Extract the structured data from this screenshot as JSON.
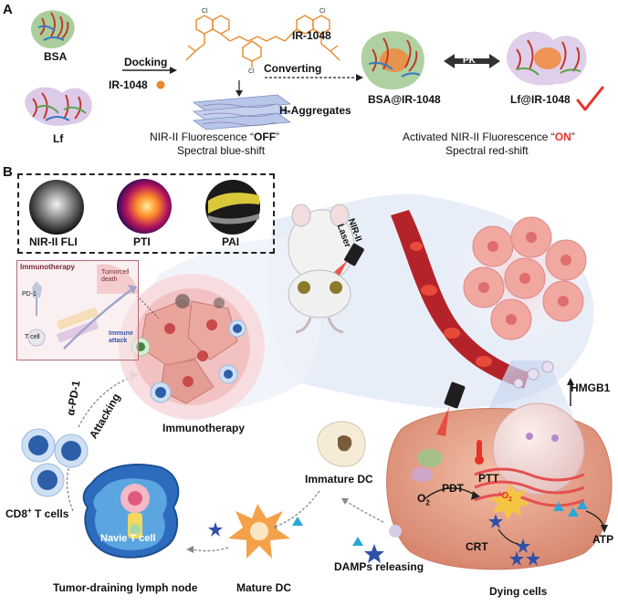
{
  "panelA": {
    "letter": "A",
    "bsa": "BSA",
    "lf": "Lf",
    "docking": "Docking",
    "ir1048_left": "IR-1048",
    "ir1048_top": "IR-1048",
    "converting": "Converting",
    "h_aggregates": "H-Aggregates",
    "bsa_complex": "BSA@IR-1048",
    "lf_complex": "Lf@IR-1048",
    "pk": "PK",
    "off_prefix": "NIR-II Fluorescence “",
    "off_word": "OFF",
    "off_suffix": "”",
    "blue_shift": "Spectral blue-shift",
    "on_prefix": "Activated NIR-II Fluorescence “",
    "on_word": "ON",
    "on_suffix": "”",
    "red_shift": "Spectral red-shift"
  },
  "panelB": {
    "letter": "B",
    "imaging": [
      "NIR-II FLI",
      "PTI",
      "PAI"
    ],
    "laser_line1": "NIR-II",
    "laser_line2": "Laser",
    "inset_title": "Immunotherapy",
    "inset_death": "Tumorcell death",
    "inset_pd1": "PD-1",
    "inset_tcell": "T cell",
    "inset_attack": "Immune attack",
    "immunotherapy": "Immunotherapy",
    "alpha_pd1": "α-PD-1",
    "attacking": "Attacking",
    "cd8": "CD8",
    "cd8_sup": "+",
    "cd8_suffix": " T cells",
    "navie": "Navie T cell",
    "lymph": "Tumor-draining lymph node",
    "mature_dc": "Mature DC",
    "immature_dc": "Immature DC",
    "damps": "DAMPs releasing",
    "hmgb1": "HMGB1",
    "ptt": "PTT",
    "pdt": "PDT",
    "o2": "O",
    "o2_sub": "2",
    "singlet": "¹O",
    "singlet_sub": "2",
    "crt": "CRT",
    "atp": "ATP",
    "dying": "Dying cells"
  },
  "colors": {
    "orange": "#e8892c",
    "red": "#e8312b",
    "cell_pink": "#e8a59c",
    "dc_orange": "#f3a24a",
    "tcell_blue": "#4f83c4",
    "star_blue": "#2f4fa8",
    "atp_cyan": "#2aa5d8"
  }
}
